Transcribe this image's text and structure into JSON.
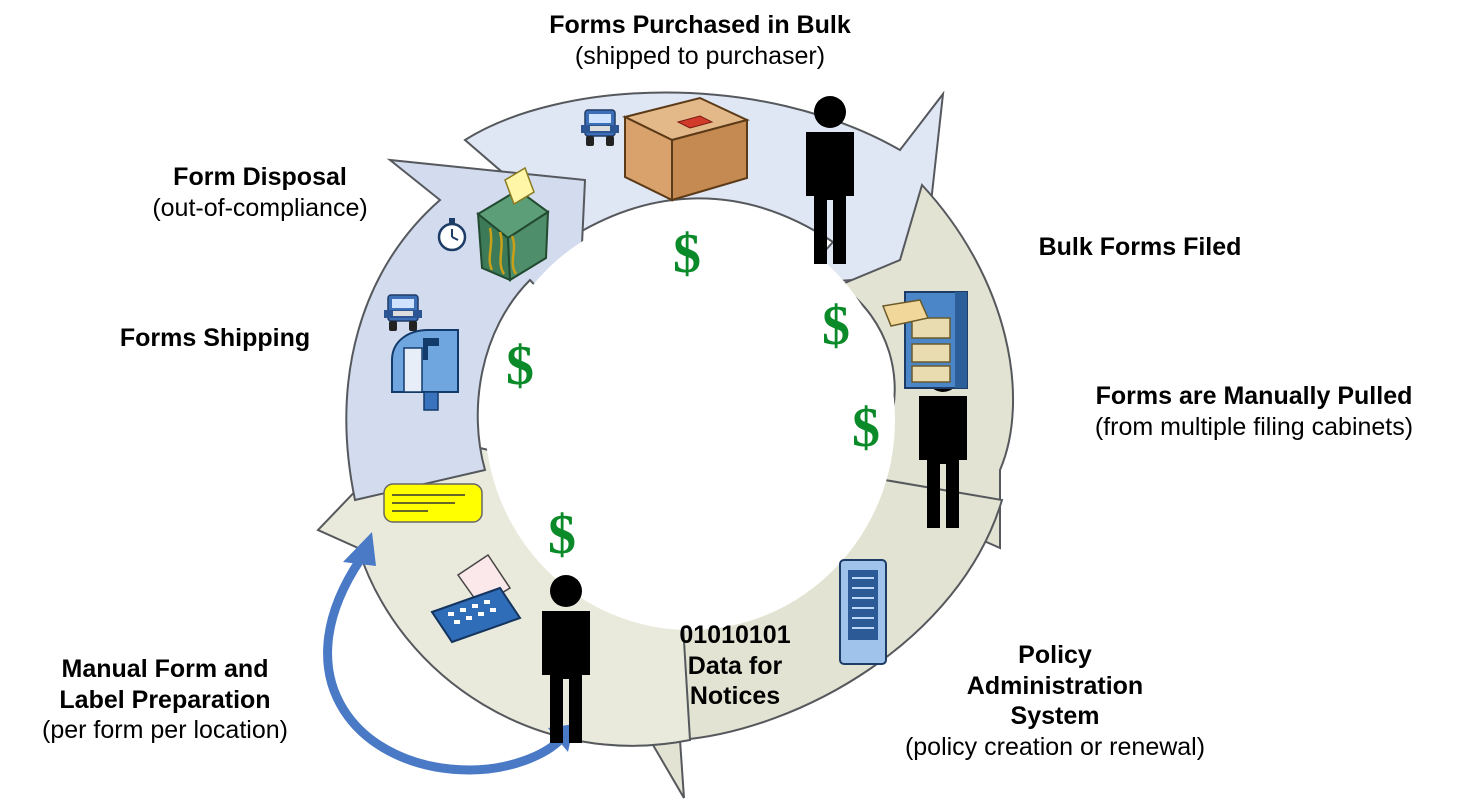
{
  "colors": {
    "blue_band": "#dfe6f4",
    "blue_band_dark": "#c9d4ec",
    "gray_band": "#e2e3d2",
    "gray_band_dark": "#cfd1b9",
    "outline": "#55585c",
    "dollar": "#0b8a2a",
    "feedback_arrow": "#4a79c6"
  },
  "icons": [
    "delivery-truck-icon",
    "cardboard-box-icon",
    "person-icon",
    "filing-cabinet-icon",
    "server-rack-icon",
    "typewriter-icon",
    "address-label-icon",
    "mailbox-icon",
    "shredder-icon",
    "stopwatch-icon",
    "dollar-sign-icon"
  ],
  "currency_symbol": "$",
  "steps": {
    "bulk_purchase": {
      "title": "Forms Purchased in Bulk",
      "subtitle": "(shipped to purchaser)"
    },
    "filed": {
      "title": "Bulk Forms Filed"
    },
    "pulled": {
      "title": "Forms are Manually Pulled",
      "subtitle": "(from multiple filing cabinets)"
    },
    "pas": {
      "title_lines": [
        "Policy",
        "Administration",
        "System"
      ],
      "subtitle": "(policy creation or renewal)"
    },
    "data": {
      "lines": [
        "01010101",
        "Data for",
        "Notices"
      ]
    },
    "manual_prep": {
      "title_lines": [
        "Manual Form and",
        "Label Preparation"
      ],
      "subtitle": "(per form per location)"
    },
    "shipping": {
      "title": "Forms Shipping"
    },
    "disposal": {
      "title": "Form Disposal",
      "subtitle": "(out-of-compliance)"
    }
  }
}
